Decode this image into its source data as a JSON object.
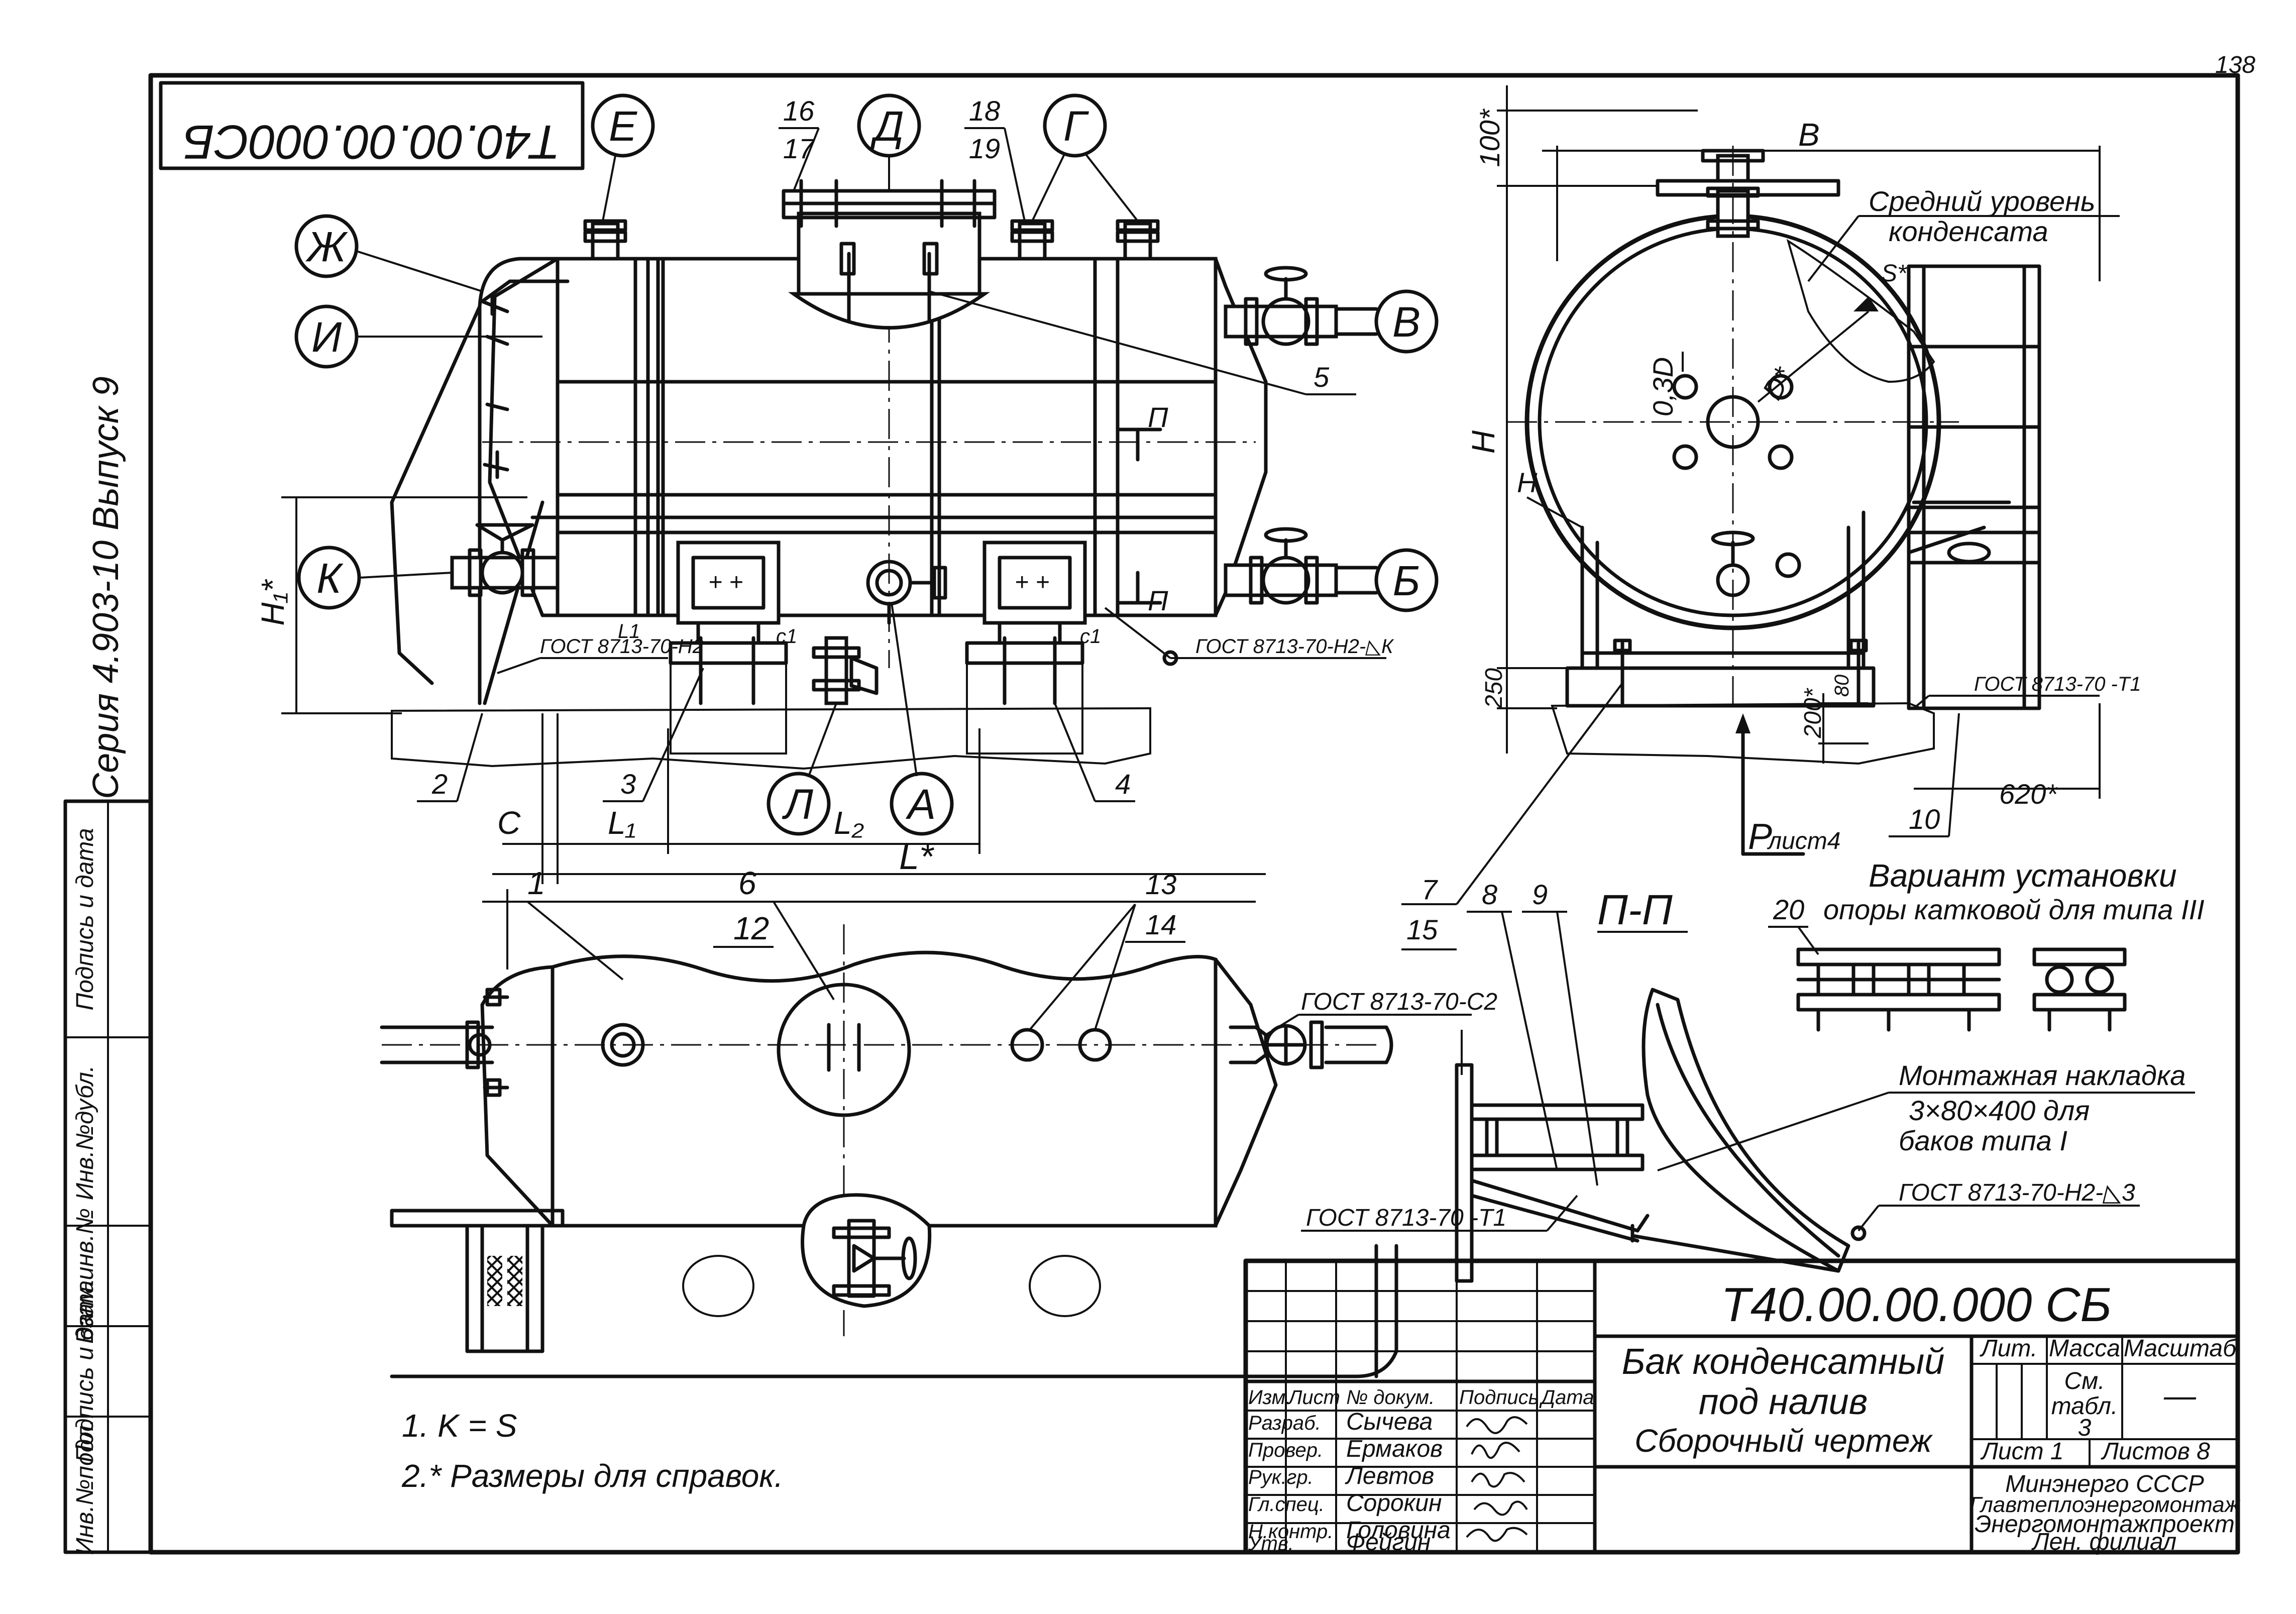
{
  "page_number": "138",
  "drawing_code_rotated": "Т40.00.00.000СБ",
  "series_label": "Серия 4.903-10  Выпуск 9",
  "left_strip_labels": [
    "Инв.№подл.",
    "Подпись и дата",
    "Взам.инв.№",
    "Инв.№дубл.",
    "Подпись и дата"
  ],
  "callouts": {
    "E": "Е",
    "D": "Д",
    "G": "Г",
    "ZH": "Ж",
    "I": "И",
    "V": "В",
    "K": "К",
    "B": "Б",
    "L": "Л",
    "A": "А"
  },
  "part_numbers": {
    "p1": "1",
    "p2": "2",
    "p3": "3",
    "p4": "4",
    "p5": "5",
    "p6": "6",
    "p12": "12",
    "p13": "13",
    "p14": "14",
    "p16": "16",
    "p17": "17",
    "p18": "18",
    "p19": "19",
    "p7": "7",
    "p15": "15",
    "p8": "8",
    "p9": "9",
    "p10": "10",
    "p20": "20"
  },
  "dims": {
    "C": "С",
    "L1": "L₁",
    "L2": "L₂",
    "L": "L*",
    "H1": "H₁*",
    "B": "В",
    "H": "Н",
    "H_small": "Н",
    "d100": "100*",
    "d250": "250",
    "d200": "200*",
    "d80": "80",
    "d620": "620*",
    "D": "D*",
    "k03D": "0,3D",
    "S": "S*",
    "c1a": "с1",
    "c1b": "с1",
    "l1": "L1"
  },
  "section_marks": {
    "P1": "П",
    "P2": "П",
    "PP": "П-П"
  },
  "gost": {
    "g1": "ГОСТ 8713-70-Н2",
    "g2": "ГОСТ 8713-70-Н2-◺К",
    "g3": "ГОСТ 8713-70 -Т1",
    "g4": "ГОСТ 8713-70-С2",
    "g5": "ГОСТ 8713-70 -Т1",
    "g6": "ГОСТ 8713-70-Н2-◺3"
  },
  "annotations": {
    "level_1": "Средний уровень",
    "level_2": "конденсата",
    "sheet_ref": "лист4",
    "sheet_ref_letter": "Р",
    "variant_1": "Вариант установки",
    "variant_2": "опоры катковой для типа III",
    "plate_1": "Монтажная накладка",
    "plate_2": "3×80×400 для",
    "plate_3": "баков типа I"
  },
  "notes": [
    "1. K = S",
    "2.* Размеры для справок."
  ],
  "title_block": {
    "code": "Т40.00.00.000 СБ",
    "name_1": "Бак конденсатный",
    "name_2": "под налив",
    "name_3": "Сборочный чертеж",
    "col_headers": [
      "Изм.",
      "Лист",
      "№ докум.",
      "Подпись",
      "Дата"
    ],
    "roles": [
      "Разраб.",
      "Провер.",
      "Рук.гр.",
      "Гл.спец.",
      "Н.контр.",
      "Утв."
    ],
    "names": [
      "Сычева",
      "Ермаков",
      "Левтов",
      "Сорокин",
      "Головина",
      "Фейгин"
    ],
    "lit": "Лит.",
    "mass": "Масса",
    "scale": "Масштаб",
    "mass_value_1": "См.",
    "mass_value_2": "табл.",
    "mass_value_3": "3",
    "scale_value": "—",
    "sheet": "Лист 1",
    "sheets": "Листов 8",
    "org_1": "Минэнерго СССР",
    "org_2": "Главтеплоэнергомонтаж",
    "org_3": "Энергомонтажпроект",
    "org_4": "Лен. филиал"
  }
}
